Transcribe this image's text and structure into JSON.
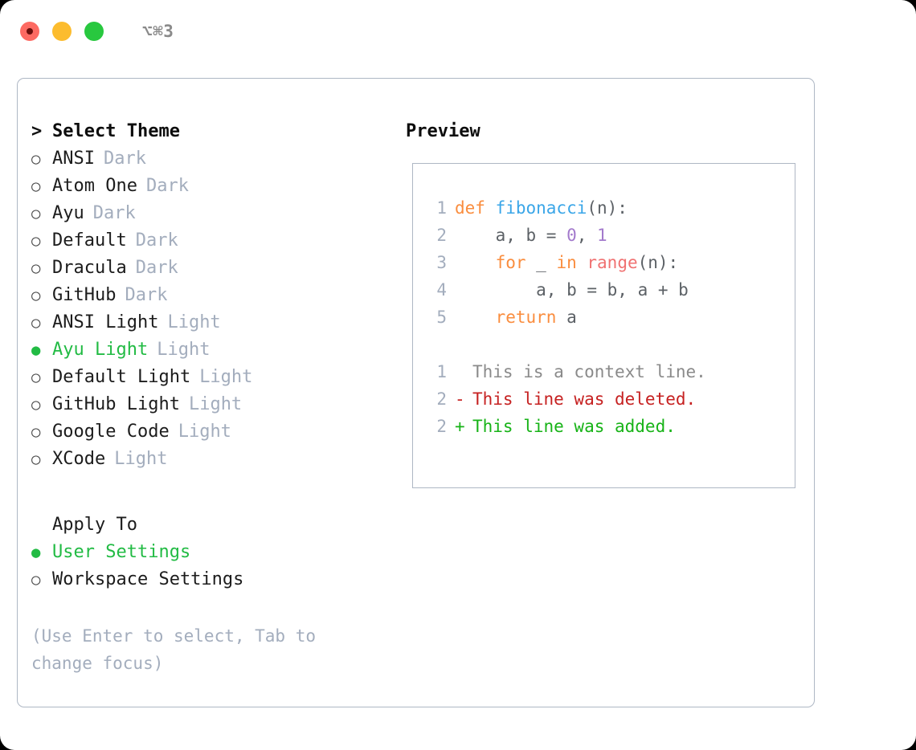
{
  "titlebar": {
    "shortcut": "⌥⌘3",
    "buttons": [
      {
        "name": "close",
        "color": "#fd6a62"
      },
      {
        "name": "minimize",
        "color": "#fcbc2e"
      },
      {
        "name": "maximize",
        "color": "#28c83f"
      }
    ]
  },
  "theme_list": {
    "header_marker": ">",
    "header": "Select Theme",
    "items": [
      {
        "marker": "○",
        "label": "ANSI",
        "tag": "Dark",
        "selected": false
      },
      {
        "marker": "○",
        "label": "Atom One",
        "tag": "Dark",
        "selected": false
      },
      {
        "marker": "○",
        "label": "Ayu",
        "tag": "Dark",
        "selected": false
      },
      {
        "marker": "○",
        "label": "Default",
        "tag": "Dark",
        "selected": false
      },
      {
        "marker": "○",
        "label": "Dracula",
        "tag": "Dark",
        "selected": false
      },
      {
        "marker": "○",
        "label": "GitHub",
        "tag": "Dark",
        "selected": false
      },
      {
        "marker": "○",
        "label": "ANSI Light",
        "tag": "Light",
        "selected": false
      },
      {
        "marker": "●",
        "label": "Ayu Light",
        "tag": "Light",
        "selected": true
      },
      {
        "marker": "○",
        "label": "Default Light",
        "tag": "Light",
        "selected": false
      },
      {
        "marker": "○",
        "label": "GitHub Light",
        "tag": "Light",
        "selected": false
      },
      {
        "marker": "○",
        "label": "Google Code",
        "tag": "Light",
        "selected": false
      },
      {
        "marker": "○",
        "label": "XCode",
        "tag": "Light",
        "selected": false
      }
    ]
  },
  "apply_to": {
    "header": "Apply To",
    "items": [
      {
        "marker": "●",
        "label": "User Settings",
        "selected": true
      },
      {
        "marker": "○",
        "label": "Workspace Settings",
        "selected": false
      }
    ]
  },
  "hint": "(Use Enter to select, Tab to change focus)",
  "preview": {
    "title": "Preview",
    "code_lines": [
      {
        "number": "1",
        "tokens": [
          {
            "text": "def ",
            "type": "kw"
          },
          {
            "text": "fibonacci",
            "type": "fn"
          },
          {
            "text": "(n):",
            "type": "punc"
          }
        ]
      },
      {
        "number": "2",
        "tokens": [
          {
            "text": "    a, b = ",
            "type": "plain"
          },
          {
            "text": "0",
            "type": "num"
          },
          {
            "text": ", ",
            "type": "plain"
          },
          {
            "text": "1",
            "type": "num"
          }
        ]
      },
      {
        "number": "3",
        "tokens": [
          {
            "text": "    for ",
            "type": "kw"
          },
          {
            "text": "_ ",
            "type": "plain"
          },
          {
            "text": "in ",
            "type": "kw"
          },
          {
            "text": "range",
            "type": "call"
          },
          {
            "text": "(n):",
            "type": "punc"
          }
        ]
      },
      {
        "number": "4",
        "tokens": [
          {
            "text": "        a, b = b, a + b",
            "type": "plain"
          }
        ]
      },
      {
        "number": "5",
        "tokens": [
          {
            "text": "    return ",
            "type": "kw"
          },
          {
            "text": "a",
            "type": "plain"
          }
        ]
      }
    ],
    "diff_lines": [
      {
        "number": "1",
        "sign": "",
        "text": "This is a context line.",
        "type": "context"
      },
      {
        "number": "2",
        "sign": "-",
        "text": "This line was deleted.",
        "type": "del"
      },
      {
        "number": "2",
        "sign": "+",
        "text": "This line was added.",
        "type": "add"
      }
    ]
  },
  "colors": {
    "accent_green": "#22bb44",
    "muted": "#a3adbd",
    "border": "#aeb7c4",
    "keyword": "#fa8d3e",
    "function": "#3aa6e8",
    "number": "#a37acc",
    "call": "#f07171",
    "diff_add": "#17b317",
    "diff_del": "#c62121"
  }
}
